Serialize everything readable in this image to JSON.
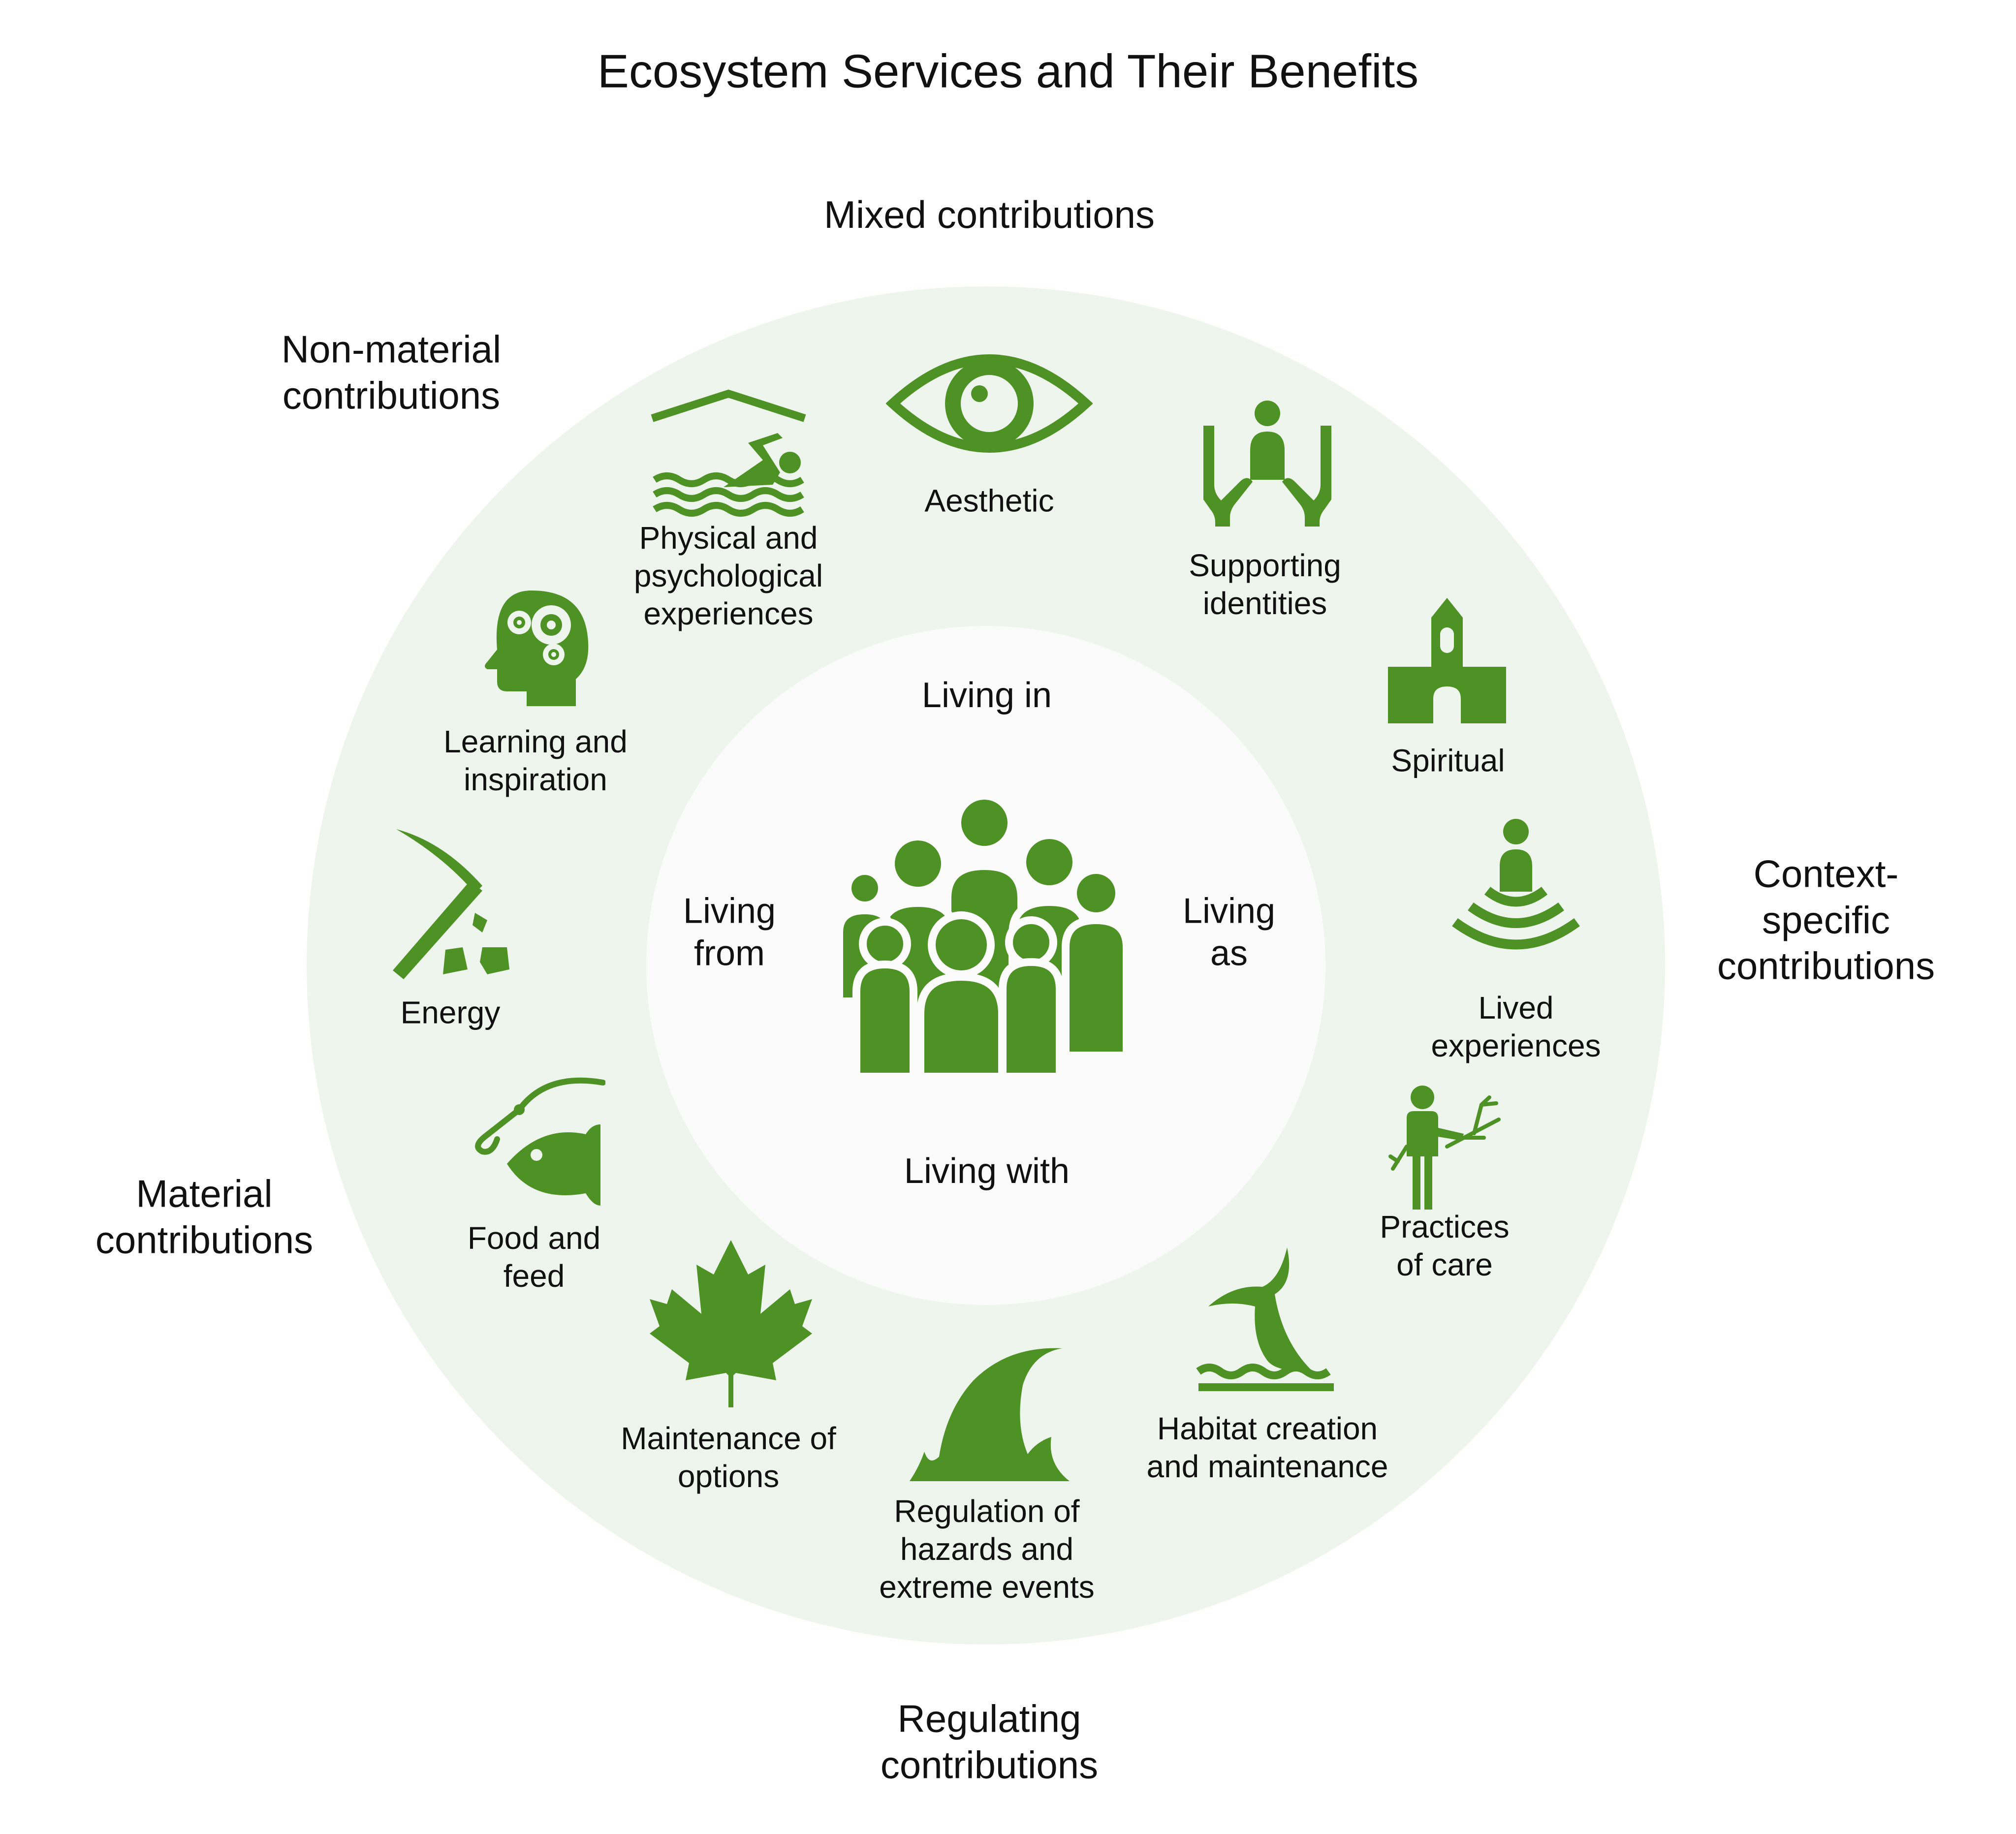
{
  "title": "Ecosystem Services and Their Benefits",
  "colors": {
    "icon": "#4e9125",
    "ring": "#edf5ec",
    "center": "#fbfbfb",
    "text": "#111111"
  },
  "categories": {
    "mixed": "Mixed contributions",
    "non_material": "Non-material\ncontributions",
    "context_specific": "Context-specific\ncontributions",
    "material": "Material\ncontributions",
    "regulating": "Regulating\ncontributions"
  },
  "center": {
    "icon": "people-group-icon",
    "living_in": "Living in",
    "living_from": "Living\nfrom",
    "living_as": "Living\nas",
    "living_with": "Living with"
  },
  "items": {
    "aesthetic": {
      "label": "Aesthetic",
      "icon": "eye-icon"
    },
    "supporting_identities": {
      "label": "Supporting\nidentities",
      "icon": "hands-person-icon"
    },
    "spiritual": {
      "label": "Spiritual",
      "icon": "church-icon"
    },
    "lived_experiences": {
      "label": "Lived\nexperiences",
      "icon": "person-waves-icon"
    },
    "practices_of_care": {
      "label": "Practices\nof care",
      "icon": "person-branch-icon"
    },
    "habitat": {
      "label": "Habitat creation\nand maintenance",
      "icon": "whale-tail-icon"
    },
    "hazards": {
      "label": "Regulation of\nhazards and\nextreme events",
      "icon": "wave-icon"
    },
    "options": {
      "label": "Maintenance of\noptions",
      "icon": "maple-leaf-icon"
    },
    "food": {
      "label": "Food and\nfeed",
      "icon": "fish-hook-icon"
    },
    "energy": {
      "label": "Energy",
      "icon": "pickaxe-icon"
    },
    "learning": {
      "label": "Learning and\ninspiration",
      "icon": "head-gears-icon"
    },
    "physical": {
      "label": "Physical and\npsychological\nexperiences",
      "icon": "swimmer-icon"
    }
  }
}
